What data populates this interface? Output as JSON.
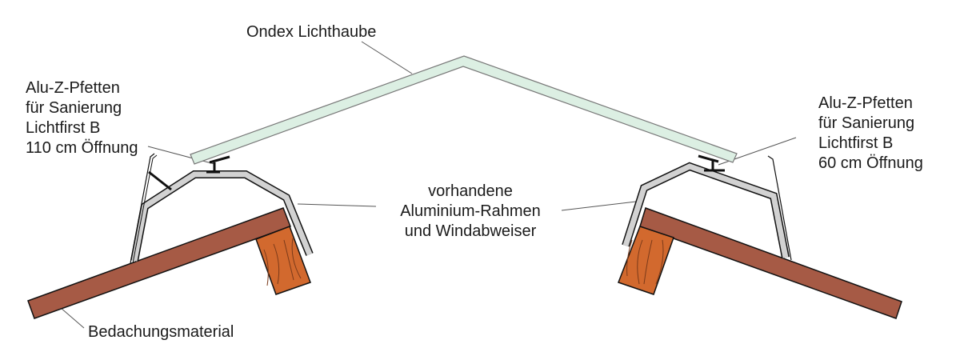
{
  "labels": {
    "top": "Ondex Lichthaube",
    "left": [
      "Alu-Z-Pfetten",
      "für Sanierung",
      "Lichtfirst B",
      "110 cm Öffnung"
    ],
    "right": [
      "Alu-Z-Pfetten",
      "für Sanierung",
      "Lichtfirst B",
      "60 cm Öffnung"
    ],
    "middle": [
      "vorhandene",
      "Aluminium-Rahmen",
      "und Windabweiser"
    ],
    "bottom": "Bedachungsmaterial"
  },
  "colors": {
    "dome": "#dcefe3",
    "frame": "#d2d2d2",
    "rafter": "#a65a45",
    "wood": "#d2692e"
  }
}
